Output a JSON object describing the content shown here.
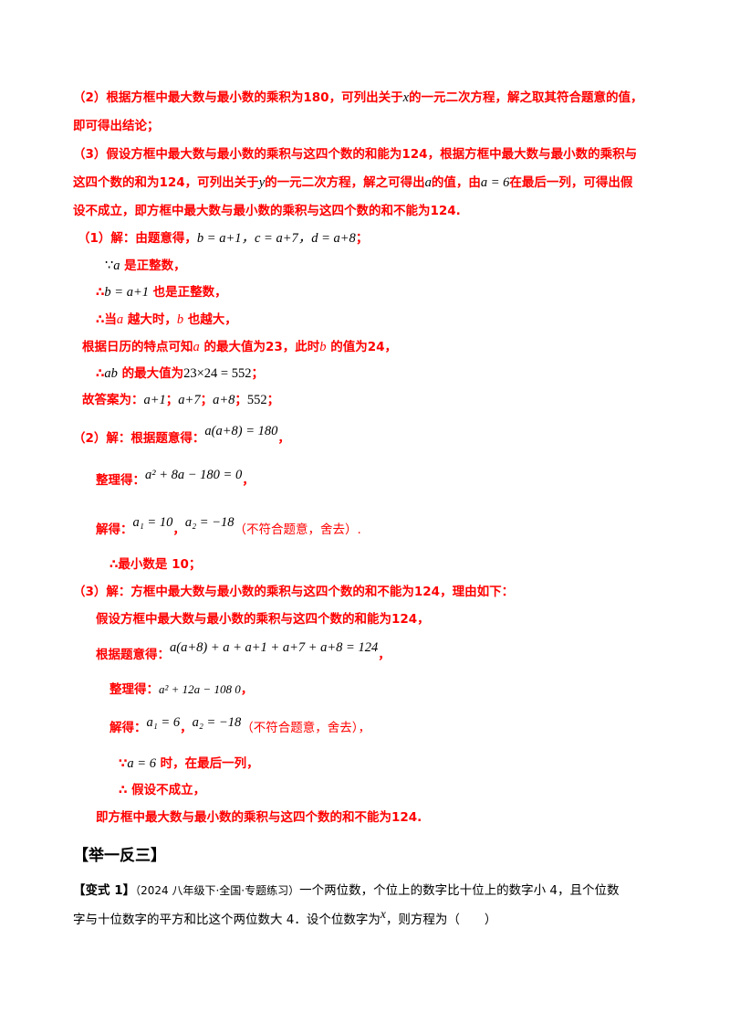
{
  "hint": {
    "p2_a": "（2）根据方框中最大数与最小数的乘积为180，可列出关于",
    "p2_x": "x",
    "p2_b": "的一元二次方程，解之取其符合题意的值，",
    "p2_c": "即可得出结论；",
    "p3_a": "（3）假设方框中最大数与最小数的乘积与这四个数的和能为124，根据方框中最大数与最小数的乘积与",
    "p3_b": "这四个数的和为124，可列出关于",
    "p3_y": "y",
    "p3_c": "的一元二次方程，解之可得出",
    "p3_avar": "a",
    "p3_d": "的值，由",
    "p3_eq": "a = 6",
    "p3_e": "在最后一列，可得出假",
    "p3_f": "设不成立，即方框中最大数与最小数的乘积与这四个数的和不能为124."
  },
  "solution1": {
    "l1_a": "（1）解：由题意得，",
    "l1_m": "b = a+1，c = a+7，d = a+8",
    "l1_end": "；",
    "l2_sym": "∵",
    "l2_m": "a",
    "l2_t": " 是正整数，",
    "l3_sym": "∴",
    "l3_m": "b = a+1",
    "l3_t": " 也是正整数，",
    "l4_a": "∴当",
    "l4_m1": "a",
    "l4_b": " 越大时，",
    "l4_m2": "b",
    "l4_c": " 也越大，",
    "l5_a": "根据日历的特点可知",
    "l5_m1": "a",
    "l5_b": " 的最大值为23，此时",
    "l5_m2": "b",
    "l5_c": " 的值为24，",
    "l6_sym": "∴",
    "l6_m1": "ab",
    "l6_b": " 的最大值为",
    "l6_m2": "23×24 = 552",
    "l6_end": "；",
    "l7_a": "故答案为：",
    "l7_m1": "a+1",
    "l7_s1": "；",
    "l7_m2": "a+7",
    "l7_s2": "；",
    "l7_m3": "a+8",
    "l7_s3": "；",
    "l7_m4": "552",
    "l7_s4": "；"
  },
  "solution2": {
    "l1_a": "（2）解：根据题意得：",
    "l1_m": "a(a+8) = 180",
    "l1_end": "，",
    "l2_a": "整理得：",
    "l2_m": "a² + 8a − 180 = 0",
    "l2_end": "，",
    "l3_a": "解得：",
    "l3_m1": "a₁ = 10",
    "l3_s": "，",
    "l3_m2": "a₂ = −18",
    "l3_end": "（不符合题意，舍去）.",
    "l4": "∴最小数是 10；"
  },
  "solution3": {
    "l1": "（3）解：方框中最大数与最小数的乘积与这四个数的和不能为124，理由如下：",
    "l2": "假设方框中最大数与最小数的乘积与这四个数的和能为124，",
    "l3_a": "根据题意得：",
    "l3_m": "a(a+8) + a + a+1 + a+7 + a+8 = 124",
    "l3_end": "，",
    "l4_a": "整理得：",
    "l4_m": "a² + 12a − 108   0",
    "l4_end": "，",
    "l5_a": "解得：",
    "l5_m1": "a₁ = 6",
    "l5_s": "，",
    "l5_m2": "a₂ = −18",
    "l5_end": "（不符合题意，舍去），",
    "l6_sym": "∵",
    "l6_m": "a = 6",
    "l6_t": " 时，在最后一列，",
    "l7": "∴ 假设不成立，",
    "l8": "即方框中最大数与最小数的乘积与这四个数的和不能为124."
  },
  "section_title": "【举一反三】",
  "variant": {
    "label": "【变式 1】",
    "source": "（2024 八年级下·全国·专题练习）",
    "text_a": "一个两位数，个位上的数字比十位上的数字小 4，且个位数",
    "text_b": "字与十位数字的平方和比这个两位数大 4．设个位数字为",
    "x": "x",
    "text_c": "，则方程为（　　）"
  }
}
